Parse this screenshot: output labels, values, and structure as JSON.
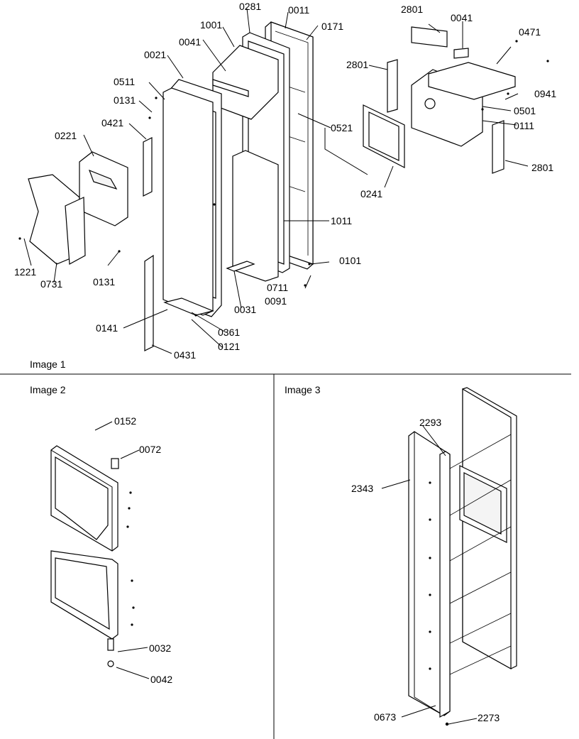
{
  "sections": {
    "image1": {
      "caption": "Image 1"
    },
    "image2": {
      "caption": "Image 2"
    },
    "image3": {
      "caption": "Image 3"
    }
  },
  "callouts": {
    "image1": [
      "0281",
      "0011",
      "1001",
      "0171",
      "2801",
      "0041",
      "0471",
      "0021",
      "0041",
      "0511",
      "2801",
      "0941",
      "0131",
      "0501",
      "0421",
      "0111",
      "0521",
      "0221",
      "2801",
      "0241",
      "1011",
      "0101",
      "1221",
      "0731",
      "0131",
      "0711",
      "0091",
      "0031",
      "0141",
      "0361",
      "0121",
      "0431"
    ],
    "image2": [
      "0152",
      "0072",
      "0032",
      "0042"
    ],
    "image3": [
      "2293",
      "2343",
      "0673",
      "2273"
    ]
  }
}
